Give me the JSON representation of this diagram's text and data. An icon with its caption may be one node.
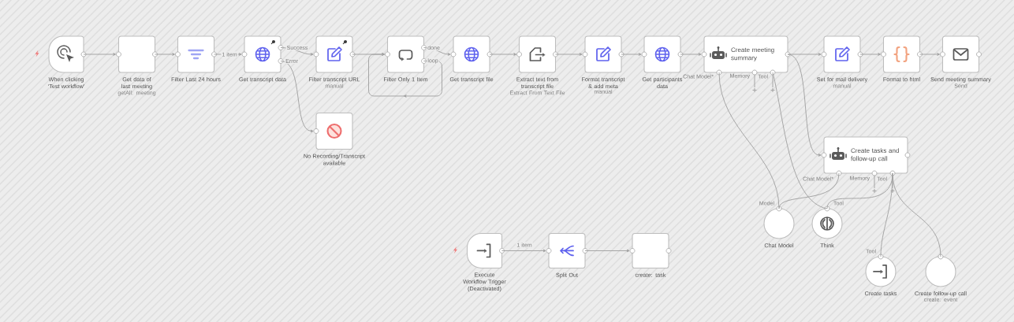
{
  "diagram": {
    "nodes": [
      {
        "text": [
          "When clicking ‘Test workflow’"
        ]
      },
      {
        "text": [
          "Get data of last meeting",
          "getAll: meeting"
        ]
      },
      {
        "text": [
          "Filter Last 24 hours"
        ]
      },
      {
        "text": [
          "Get transcript data"
        ]
      },
      {
        "text": [
          "Filter transcript URL",
          "manual"
        ]
      },
      {
        "text": [
          "Filter Only 1 Item"
        ]
      },
      {
        "text": [
          "Get transcript file"
        ]
      },
      {
        "text": [
          "Extract text from transcript file",
          "Extract From Text File"
        ]
      },
      {
        "text": [
          "Format transcript & add meta",
          "manual"
        ]
      },
      {
        "text": [
          "Get participants data"
        ]
      },
      {
        "text": [
          "Create meeting summary"
        ]
      },
      {
        "text": [
          "Set for mail delivery",
          "manual"
        ]
      },
      {
        "text": [
          "Format to html"
        ]
      },
      {
        "text": [
          "Send meeting summary",
          "Send"
        ]
      },
      {
        "text": [
          "No Recording/Transcript available"
        ]
      },
      {
        "text": [
          "Create tasks and follow-up call"
        ]
      },
      {
        "text": [
          "Chat Model"
        ]
      },
      {
        "text": [
          "Think"
        ]
      },
      {
        "text": [
          "Execute Workflow Trigger (Deactivated)"
        ]
      },
      {
        "text": [
          "Split Out"
        ]
      },
      {
        "text": [
          "create: task"
        ]
      },
      {
        "text": [
          "Create tasks"
        ]
      },
      {
        "text": [
          "Create follow-up call",
          "create: event"
        ]
      }
    ],
    "edges": [
      {
        "from": 0,
        "to": 1,
        "arrow": "to"
      },
      {
        "from": 1,
        "to": 2,
        "arrow": "to"
      },
      {
        "from": 2,
        "to": 3,
        "arrow": "to",
        "label": "1 item"
      },
      {
        "from": 3,
        "to": 4,
        "arrow": "to",
        "label": "Success"
      },
      {
        "from": 3,
        "to": 14,
        "arrow": "to",
        "label": "Error"
      },
      {
        "from": 4,
        "to": 5,
        "arrow": "to"
      },
      {
        "from": 5,
        "to": 6,
        "arrow": "to",
        "label": "done"
      },
      {
        "from": 5,
        "to": 5,
        "arrow": "to",
        "label": "loop"
      },
      {
        "from": 6,
        "to": 7,
        "arrow": "to"
      },
      {
        "from": 7,
        "to": 8,
        "arrow": "to"
      },
      {
        "from": 8,
        "to": 9,
        "arrow": "to"
      },
      {
        "from": 9,
        "to": 10,
        "arrow": "to"
      },
      {
        "from": 10,
        "to": 11,
        "arrow": "to"
      },
      {
        "from": 11,
        "to": 12,
        "arrow": "to"
      },
      {
        "from": 12,
        "to": 13,
        "arrow": "to"
      },
      {
        "from": 10,
        "to": 15,
        "arrow": "to"
      },
      {
        "from": 16,
        "to": 10,
        "arrow": "none"
      },
      {
        "from": 16,
        "to": 15,
        "arrow": "none"
      },
      {
        "from": 17,
        "to": 10,
        "arrow": "none"
      },
      {
        "from": 17,
        "to": 15,
        "arrow": "none"
      },
      {
        "from": 21,
        "to": 15,
        "arrow": "none"
      },
      {
        "from": 22,
        "to": 15,
        "arrow": "none"
      },
      {
        "from": 18,
        "to": 19,
        "arrow": "to",
        "label": "1 item"
      },
      {
        "from": 19,
        "to": 20,
        "arrow": "to"
      }
    ],
    "labels": [
      "Chat Model*",
      "Memory",
      "Tool",
      "Chat Model*",
      "Memory",
      "Tool",
      "Model",
      "Tool",
      "Tool"
    ]
  }
}
